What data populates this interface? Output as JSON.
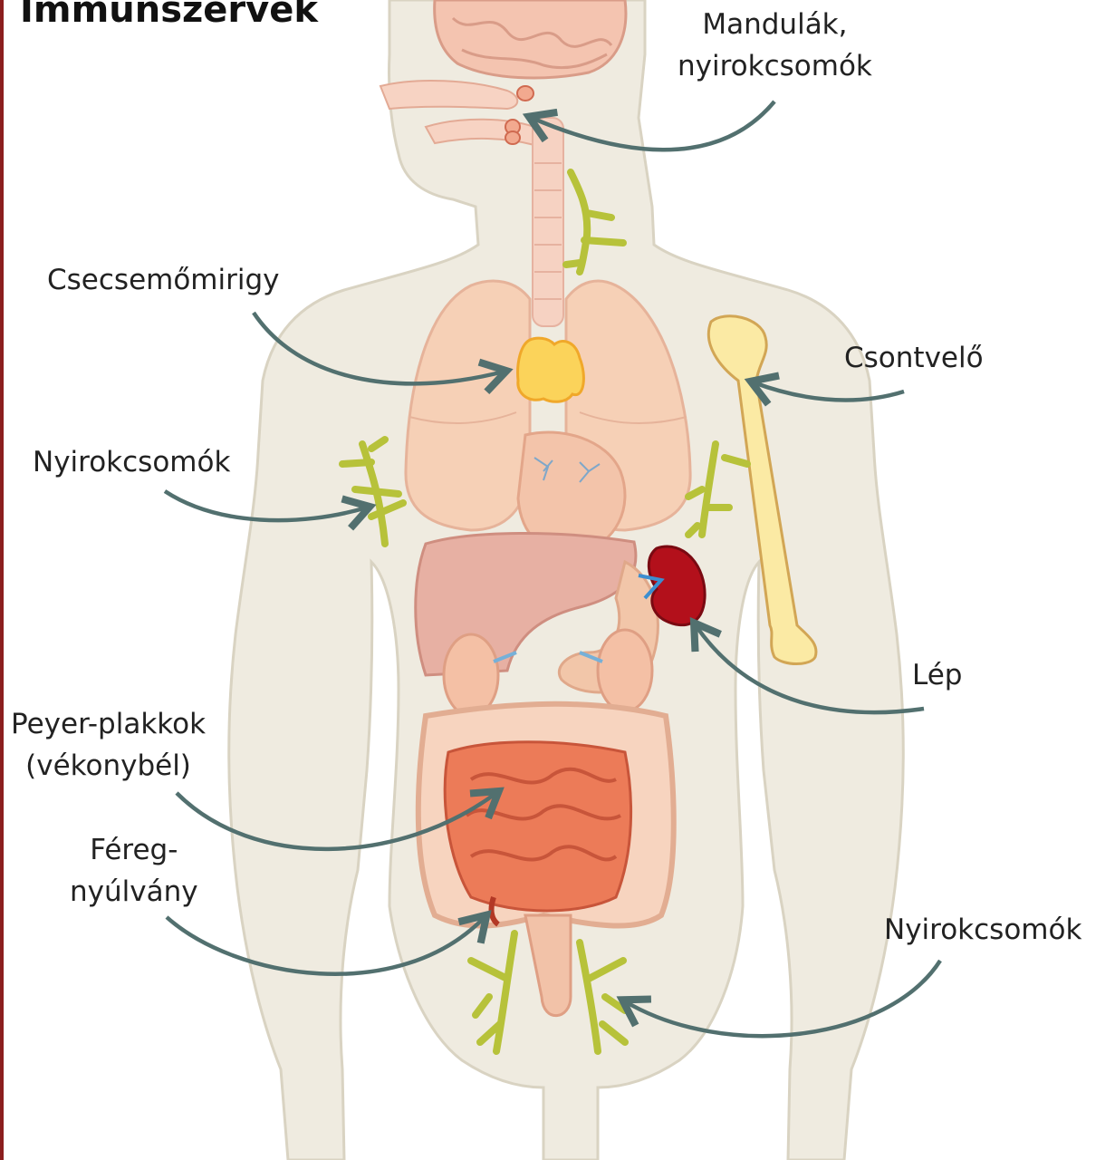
{
  "title": "Immunszervek",
  "labels": {
    "tonsils": [
      "Mandulák,",
      "nyirokcsomók"
    ],
    "thymus": "Csecsemőmirigy",
    "bone_marrow": "Csontvelő",
    "lymph_nodes_left": "Nyirokcsomók",
    "spleen": "Lép",
    "peyer": [
      "Peyer-plakkok",
      "(vékonybél)"
    ],
    "appendix": [
      "Féreg-",
      "nyúlvány"
    ],
    "lymph_nodes_right": "Nyirokcsomók"
  },
  "colors": {
    "frame": "#8b1e1e",
    "body": "#efebe0",
    "body_outline": "#d9d3c2",
    "arrow": "#52706f",
    "lymph": "#b7c23a",
    "thymus": "#fbd35a",
    "bone": "#fbeaa4",
    "spleen": "#b3101b",
    "intestine": "#ec7b58",
    "organ": "#f4c6a8"
  }
}
